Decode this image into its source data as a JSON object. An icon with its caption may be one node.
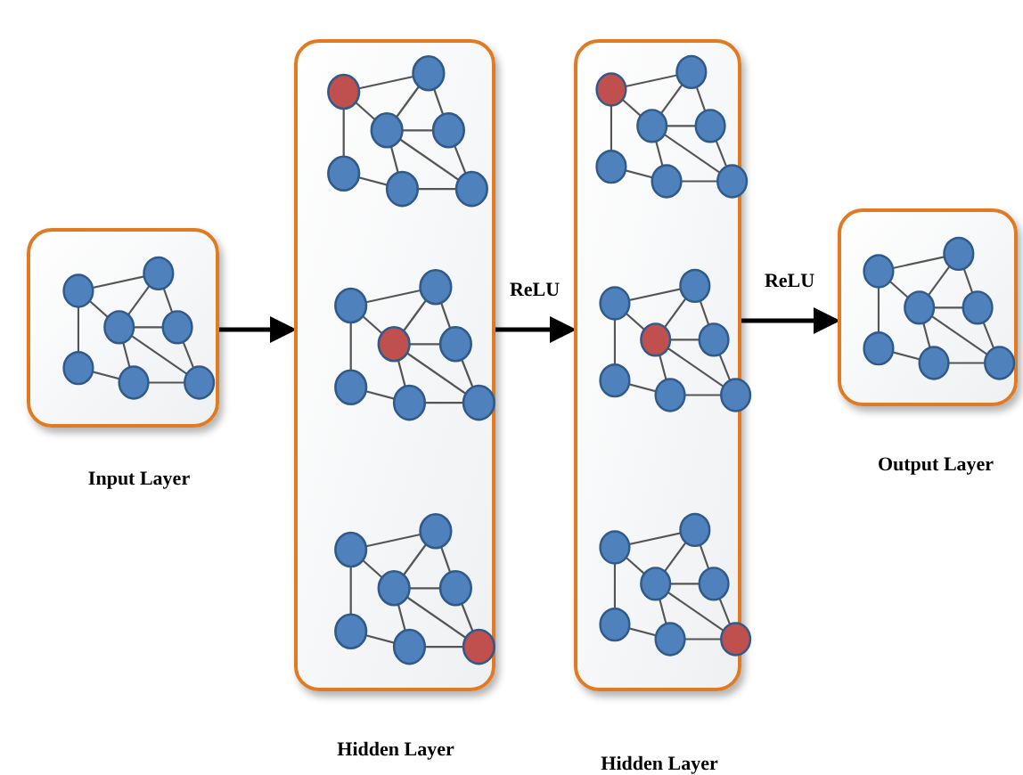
{
  "diagram": {
    "nodes": [
      {
        "text": [
          "Input Layer"
        ]
      },
      {
        "text": [
          "Hidden Layer"
        ]
      },
      {
        "text": [
          "Hidden Layer"
        ]
      },
      {
        "text": [
          "Output Layer"
        ]
      }
    ],
    "edges": [
      {
        "from": 0,
        "to": 1,
        "arrow": "to"
      },
      {
        "from": 1,
        "to": 2,
        "arrow": "to",
        "label": "ReLU"
      },
      {
        "from": 2,
        "to": 3,
        "arrow": "to",
        "label": "ReLU"
      }
    ]
  }
}
